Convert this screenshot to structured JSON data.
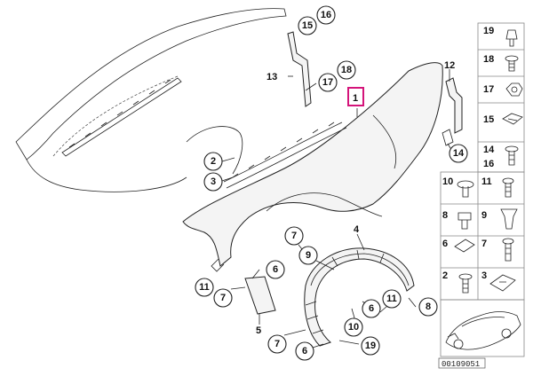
{
  "callouts": {
    "c16": "16",
    "c15": "15",
    "c13": "13",
    "c17": "17",
    "c18": "18",
    "c1": "1",
    "c12": "12",
    "c14": "14",
    "c2": "2",
    "c3": "3",
    "c4": "4",
    "c7a": "7",
    "c9": "9",
    "c6a": "6",
    "c11a": "11",
    "c7b": "7",
    "c5": "5",
    "c6b": "6",
    "c11b": "11",
    "c8": "8",
    "c10": "10",
    "c7c": "7",
    "c19": "19",
    "c6c": "6"
  },
  "parts_grid": {
    "r19": "19",
    "r18": "18",
    "r17": "17",
    "r15": "15",
    "r14": "14",
    "r16": "16",
    "r10": "10",
    "r11": "11",
    "r8": "8",
    "r9": "9",
    "r6": "6",
    "r7": "7",
    "r2": "2",
    "r3": "3"
  },
  "diagram_id": "00109051"
}
